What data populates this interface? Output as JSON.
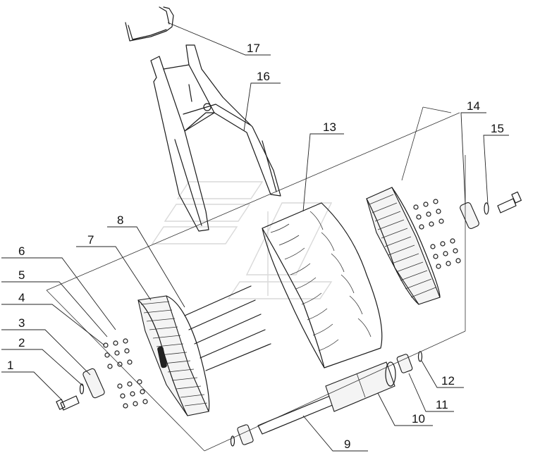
{
  "callouts": {
    "c1": "1",
    "c2": "2",
    "c3": "3",
    "c4": "4",
    "c5": "5",
    "c6": "6",
    "c7": "7",
    "c8": "8",
    "c9": "9",
    "c10": "10",
    "c11": "11",
    "c12": "12",
    "c13": "13",
    "c14": "14",
    "c15": "15",
    "c16": "16",
    "c17": "17"
  },
  "colors": {
    "line": "#1a1a1a",
    "watermark": "#d9d9d9",
    "background": "#ffffff"
  }
}
